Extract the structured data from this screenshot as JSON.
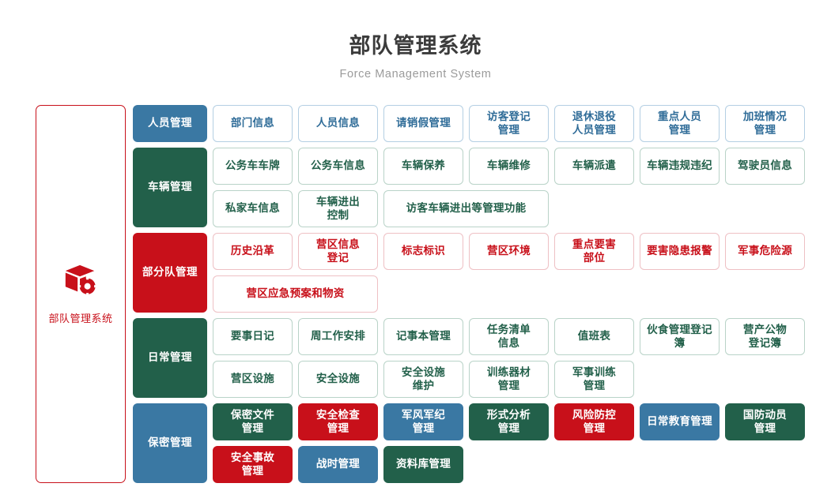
{
  "header": {
    "title": "部队管理系统",
    "subtitle": "Force Management System"
  },
  "colors": {
    "blue": "#3a78a3",
    "green": "#22604a",
    "red": "#c8101a",
    "blue_border": "#b4cfe3",
    "green_border": "#b9d3c8",
    "red_border": "#eec0c4"
  },
  "root_panel": {
    "icon": "cube-gear-icon",
    "label": "部队管理系统",
    "color": "#c8101a"
  },
  "groups": [
    {
      "label": "人员管理",
      "style": "blue",
      "items": [
        {
          "lines": [
            "部门信息"
          ],
          "style": "out-blue",
          "wide": false
        },
        {
          "lines": [
            "人员信息"
          ],
          "style": "out-blue",
          "wide": false
        },
        {
          "lines": [
            "请销假管理"
          ],
          "style": "out-blue",
          "wide": false
        },
        {
          "lines": [
            "访客登记",
            "管理"
          ],
          "style": "out-blue",
          "wide": false
        },
        {
          "lines": [
            "退休退役",
            "人员管理"
          ],
          "style": "out-blue",
          "wide": false
        },
        {
          "lines": [
            "重点人员",
            "管理"
          ],
          "style": "out-blue",
          "wide": false
        },
        {
          "lines": [
            "加班情况",
            "管理"
          ],
          "style": "out-blue",
          "wide": false
        }
      ]
    },
    {
      "label": "车辆管理",
      "style": "green",
      "items": [
        {
          "lines": [
            "公务车车牌"
          ],
          "style": "out-green",
          "wide": false
        },
        {
          "lines": [
            "公务车信息"
          ],
          "style": "out-green",
          "wide": false
        },
        {
          "lines": [
            "车辆保养"
          ],
          "style": "out-green",
          "wide": false
        },
        {
          "lines": [
            "车辆维修"
          ],
          "style": "out-green",
          "wide": false
        },
        {
          "lines": [
            "车辆派遣"
          ],
          "style": "out-green",
          "wide": false
        },
        {
          "lines": [
            "车辆违规违纪"
          ],
          "style": "out-green",
          "wide": false
        },
        {
          "lines": [
            "驾驶员信息"
          ],
          "style": "out-green",
          "wide": false
        },
        {
          "lines": [
            "私家车信息"
          ],
          "style": "out-green",
          "wide": false
        },
        {
          "lines": [
            "车辆进出",
            "控制"
          ],
          "style": "out-green",
          "wide": false
        },
        {
          "lines": [
            "访客车辆进出等管理功能"
          ],
          "style": "out-green",
          "wide": true
        }
      ]
    },
    {
      "label": "部分队管理",
      "style": "red",
      "items": [
        {
          "lines": [
            "历史沿革"
          ],
          "style": "out-red",
          "wide": false
        },
        {
          "lines": [
            "营区信息",
            "登记"
          ],
          "style": "out-red",
          "wide": false
        },
        {
          "lines": [
            "标志标识"
          ],
          "style": "out-red",
          "wide": false
        },
        {
          "lines": [
            "营区环境"
          ],
          "style": "out-red",
          "wide": false
        },
        {
          "lines": [
            "重点要害",
            "部位"
          ],
          "style": "out-red",
          "wide": false
        },
        {
          "lines": [
            "要害隐患报警"
          ],
          "style": "out-red",
          "wide": false
        },
        {
          "lines": [
            "军事危险源"
          ],
          "style": "out-red",
          "wide": false
        },
        {
          "lines": [
            "营区应急预案和物资"
          ],
          "style": "out-red",
          "wide": true
        }
      ]
    },
    {
      "label": "日常管理",
      "style": "green",
      "items": [
        {
          "lines": [
            "要事日记"
          ],
          "style": "out-green",
          "wide": false
        },
        {
          "lines": [
            "周工作安排"
          ],
          "style": "out-green",
          "wide": false
        },
        {
          "lines": [
            "记事本管理"
          ],
          "style": "out-green",
          "wide": false
        },
        {
          "lines": [
            "任务清单",
            "信息"
          ],
          "style": "out-green",
          "wide": false
        },
        {
          "lines": [
            "值班表"
          ],
          "style": "out-green",
          "wide": false
        },
        {
          "lines": [
            "伙食管理登记簿"
          ],
          "style": "out-green",
          "wide": false
        },
        {
          "lines": [
            "营产公物",
            "登记簿"
          ],
          "style": "out-green",
          "wide": false
        },
        {
          "lines": [
            "营区设施"
          ],
          "style": "out-green",
          "wide": false
        },
        {
          "lines": [
            "安全设施"
          ],
          "style": "out-green",
          "wide": false
        },
        {
          "lines": [
            "安全设施",
            "维护"
          ],
          "style": "out-green",
          "wide": false
        },
        {
          "lines": [
            "训练器材",
            "管理"
          ],
          "style": "out-green",
          "wide": false
        },
        {
          "lines": [
            "军事训练",
            "管理"
          ],
          "style": "out-green",
          "wide": false
        }
      ]
    },
    {
      "label": "保密管理",
      "style": "blue",
      "items": [
        {
          "lines": [
            "保密文件",
            "管理"
          ],
          "style": "fill-green",
          "wide": false
        },
        {
          "lines": [
            "安全检查",
            "管理"
          ],
          "style": "fill-red",
          "wide": false
        },
        {
          "lines": [
            "军风军纪",
            "管理"
          ],
          "style": "fill-blue",
          "wide": false
        },
        {
          "lines": [
            "形式分析",
            "管理"
          ],
          "style": "fill-green",
          "wide": false
        },
        {
          "lines": [
            "风险防控",
            "管理"
          ],
          "style": "fill-red",
          "wide": false
        },
        {
          "lines": [
            "日常教育管理"
          ],
          "style": "fill-blue",
          "wide": false
        },
        {
          "lines": [
            "国防动员",
            "管理"
          ],
          "style": "fill-green",
          "wide": false
        },
        {
          "lines": [
            "安全事故",
            "管理"
          ],
          "style": "fill-red",
          "wide": false
        },
        {
          "lines": [
            "战时管理"
          ],
          "style": "fill-blue",
          "wide": false
        },
        {
          "lines": [
            "资料库管理"
          ],
          "style": "fill-green",
          "wide": false
        }
      ]
    }
  ]
}
